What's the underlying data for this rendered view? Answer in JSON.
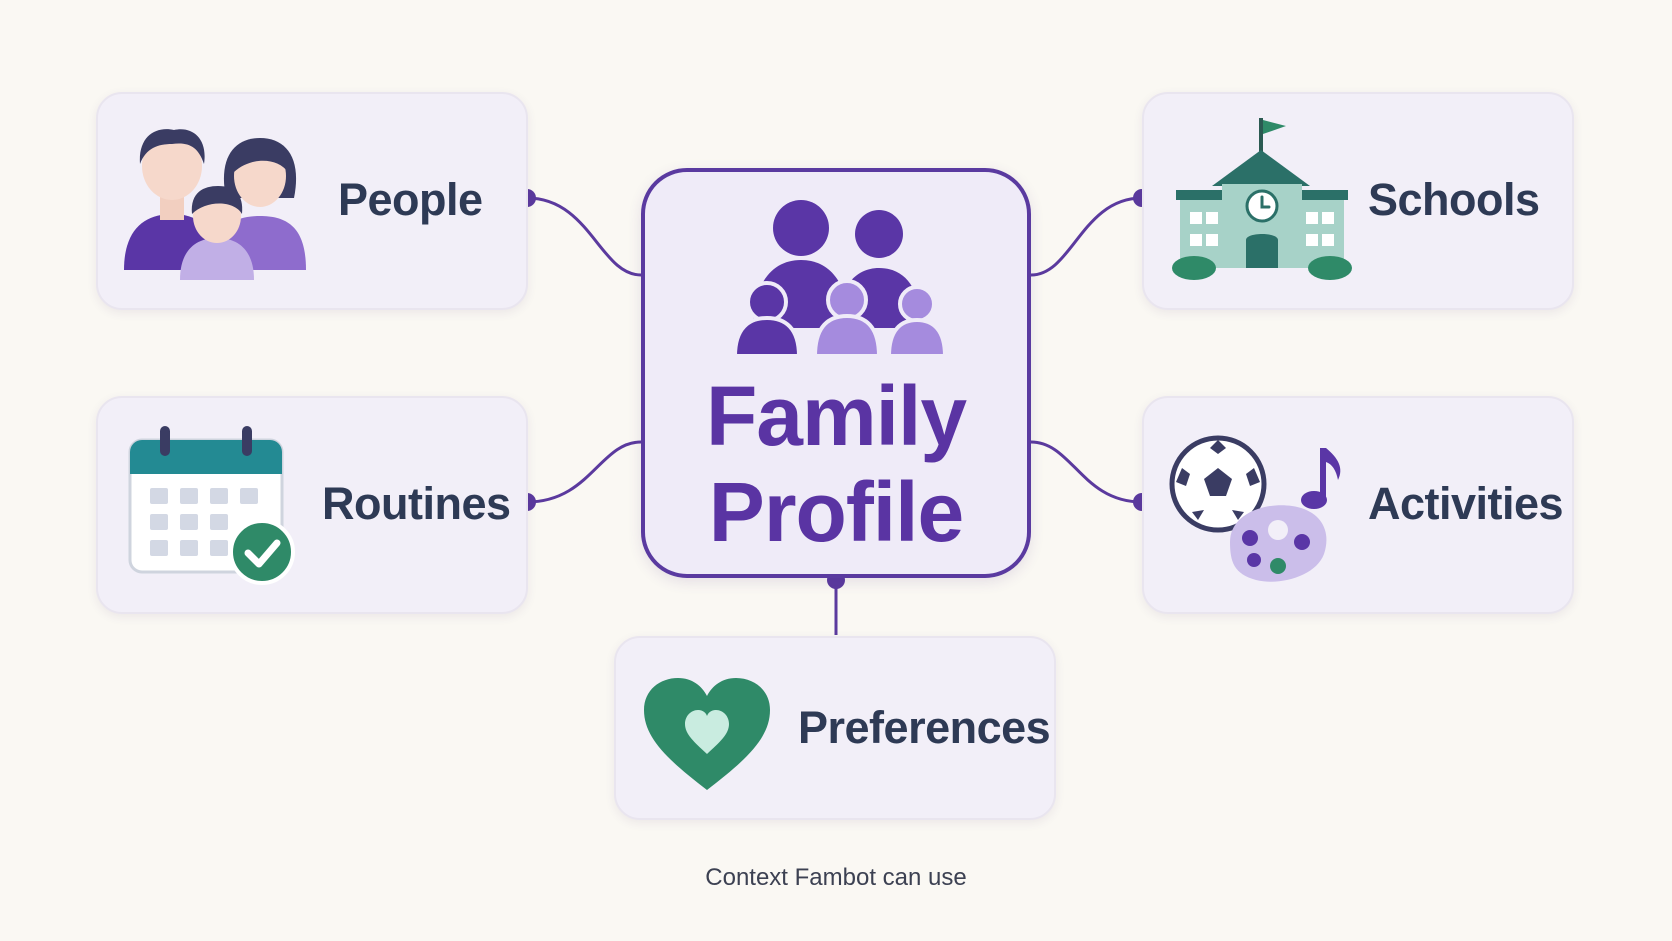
{
  "center": {
    "title_line1": "Family",
    "title_line2": "Profile",
    "icon": "family-group-icon"
  },
  "nodes": {
    "people": {
      "label": "People",
      "icon": "family-people-icon"
    },
    "routines": {
      "label": "Routines",
      "icon": "calendar-check-icon"
    },
    "preferences": {
      "label": "Preferences",
      "icon": "heart-icon"
    },
    "schools": {
      "label": "Schools",
      "icon": "school-building-icon"
    },
    "activities": {
      "label": "Activities",
      "icon": "soccer-music-palette-icon"
    }
  },
  "caption": "Context Fambot can use",
  "colors": {
    "accent": "#5a34a3",
    "connector": "#5b3a9e",
    "green": "#2f8a68",
    "card_bg": "#f2eff8",
    "page_bg": "#faf8f3",
    "text": "#2e3a55"
  }
}
